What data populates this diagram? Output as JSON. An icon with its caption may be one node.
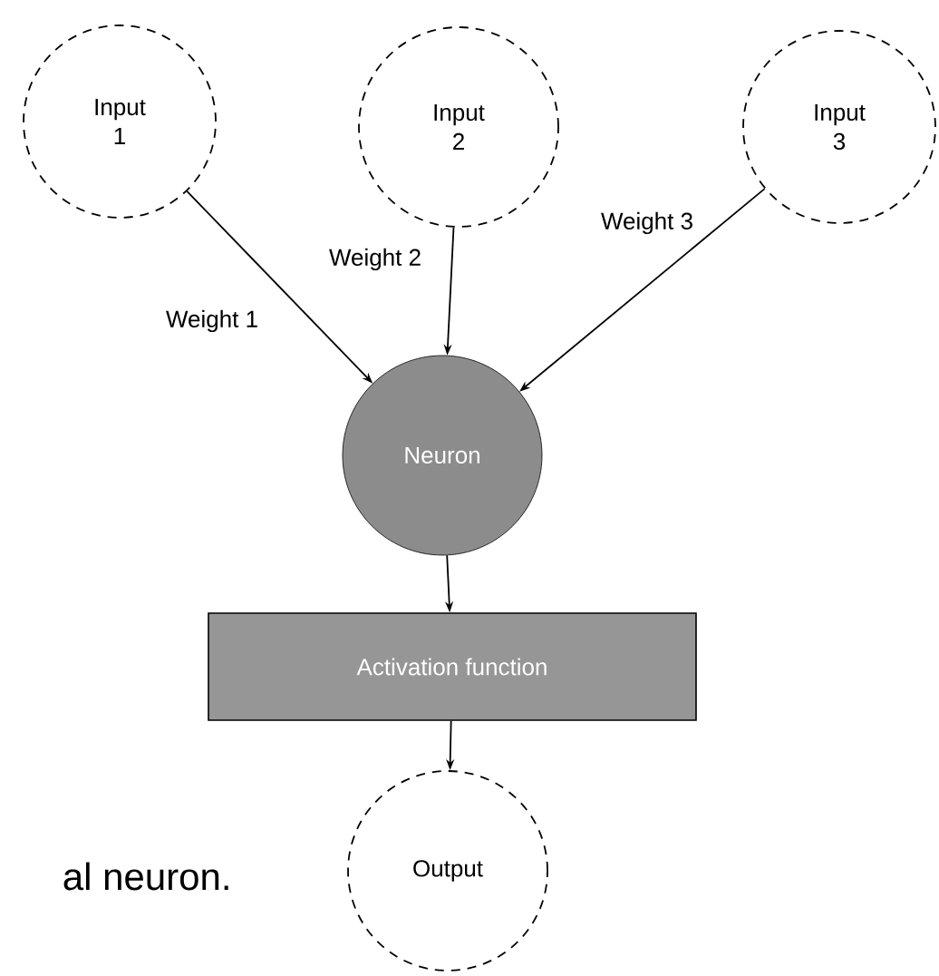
{
  "diagram": {
    "nodes": [
      {
        "text": [
          "Input 1"
        ]
      },
      {
        "text": [
          "Input 2"
        ]
      },
      {
        "text": [
          "Input 3"
        ]
      },
      {
        "text": [
          "Neuron"
        ]
      },
      {
        "text": [
          "Activation function"
        ]
      },
      {
        "text": [
          "Output"
        ]
      }
    ],
    "edges": [
      {
        "from": 0,
        "to": 3,
        "arrow": "to",
        "label": "Weight 1"
      },
      {
        "from": 1,
        "to": 3,
        "arrow": "to",
        "label": "Weight 2"
      },
      {
        "from": 2,
        "to": 3,
        "arrow": "to",
        "label": "Weight 3"
      },
      {
        "from": 3,
        "to": 4,
        "arrow": "to"
      },
      {
        "from": 4,
        "to": 5,
        "arrow": "to"
      }
    ],
    "labels": [
      "al neuron."
    ]
  }
}
